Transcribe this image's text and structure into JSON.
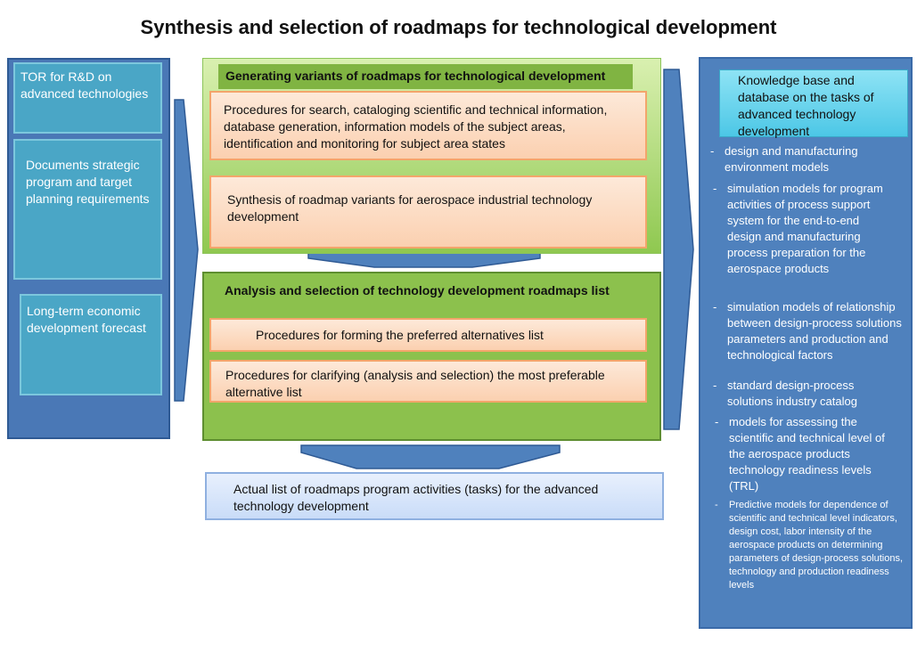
{
  "title": "Synthesis and selection of roadmaps for technological development",
  "left": {
    "tor": "TOR for R&D on advanced technologies",
    "documents": "Documents strategic program and target planning requirements",
    "forecast": "Long-term economic development forecast"
  },
  "generating": {
    "title": "Generating variants of roadmaps for technological development",
    "search": "Procedures for search, cataloging scientific and technical information, database generation, information models of the subject areas, identification and monitoring for subject area states",
    "synthesis": "Synthesis of roadmap variants for aerospace industrial technology development"
  },
  "analysis": {
    "title": "Analysis and selection of technology development roadmaps list",
    "forming": "Procedures for forming the preferred alternatives list",
    "clarifying": "Procedures for clarifying (analysis and selection) the most preferable alternative list"
  },
  "actual": "Actual list of roadmaps program activities (tasks) for the advanced technology development",
  "right": {
    "kb": "Knowledge base and database on the tasks of advanced technology development",
    "dash": "-",
    "items": [
      "design and manufacturing environment models",
      "simulation models for program activities of process support system for the end-to-end design and manufacturing process preparation for the aerospace products",
      "simulation models of relationship between design-process solutions parameters and production and technological factors",
      "standard design-process solutions industry catalog",
      "models for assessing the scientific and technical level of the aerospace products technology readiness levels (TRL)",
      "Predictive models for dependence of scientific and technical level indicators, design cost, labor intensity of the aerospace products on determining parameters of design-process solutions, technology and production readiness levels"
    ]
  },
  "colors": {
    "blue_panel": "#4f81bd",
    "teal_box": "#4aa6c6",
    "green": "#8cc14d",
    "peach_border": "#f3a56b"
  }
}
